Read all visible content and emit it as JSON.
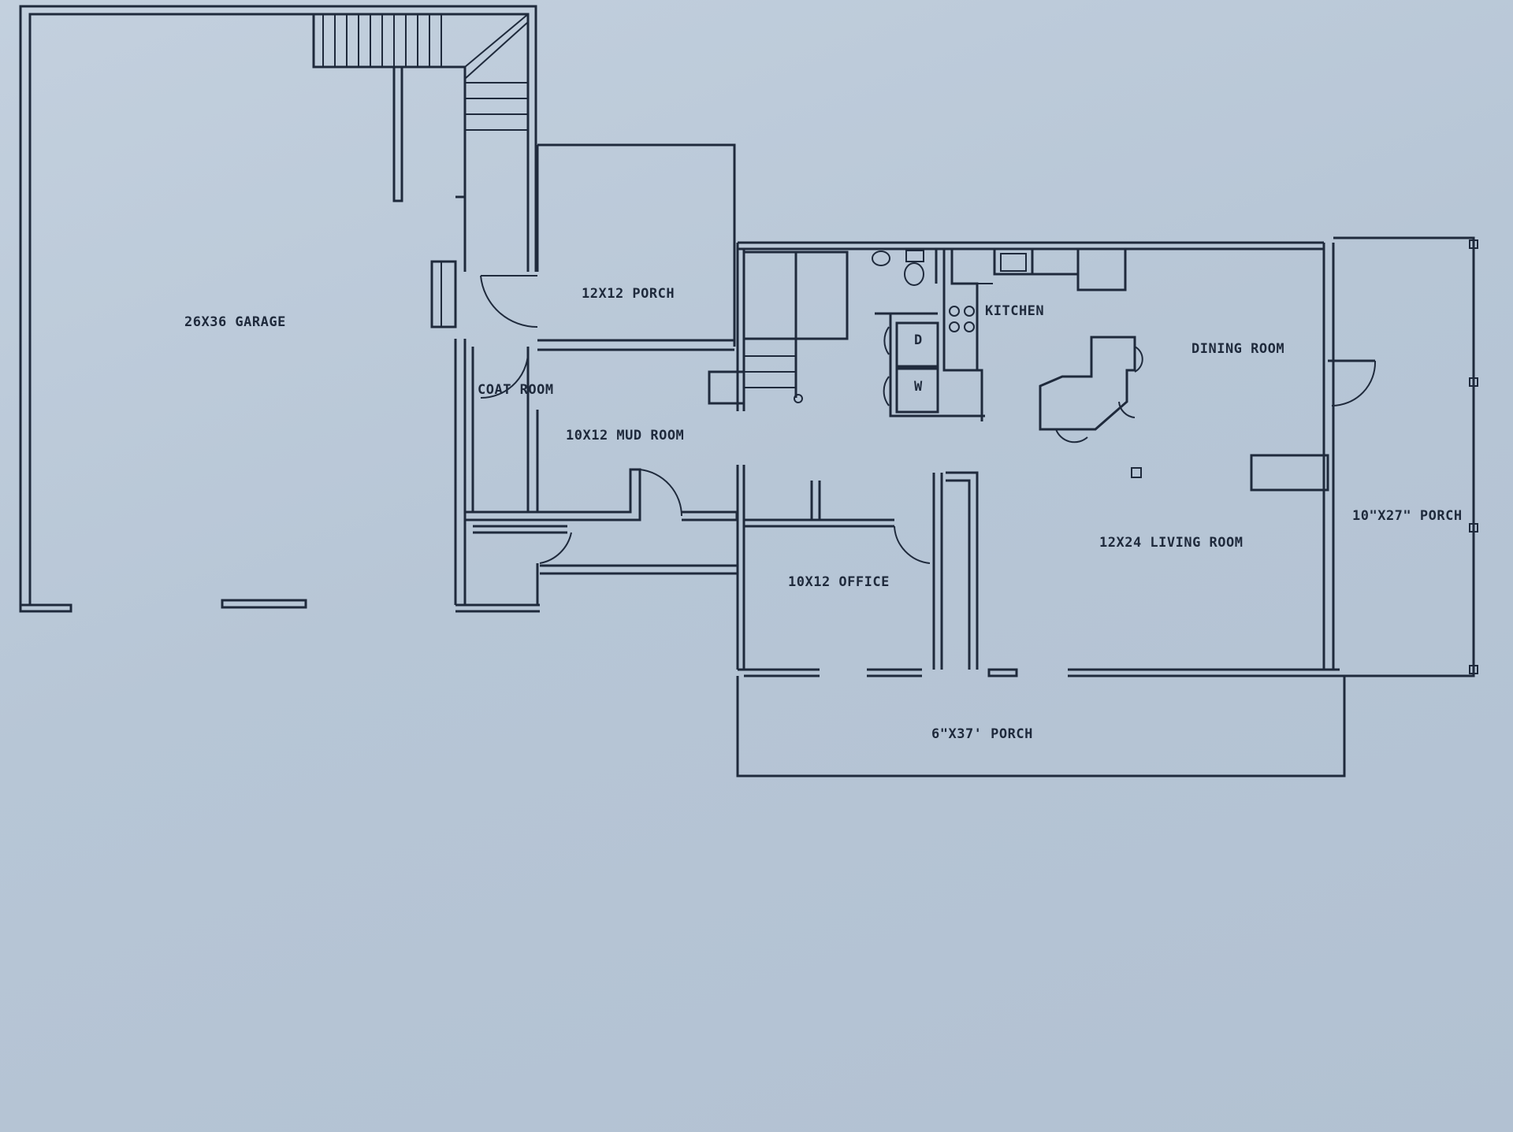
{
  "rooms": {
    "garage": "26X36 GARAGE",
    "porch_top": "12X12 PORCH",
    "coat_room": "COAT ROOM",
    "mud_room": "10X12 MUD ROOM",
    "kitchen": "KITCHEN",
    "dining_room": "DINING ROOM",
    "living_room": "12X24 LIVING ROOM",
    "porch_right": "10\"X27\" PORCH",
    "office": "10X12 OFFICE",
    "porch_bottom": "6\"X37' PORCH"
  },
  "appliances": {
    "dryer_mark": "D",
    "washer_mark": "W"
  }
}
